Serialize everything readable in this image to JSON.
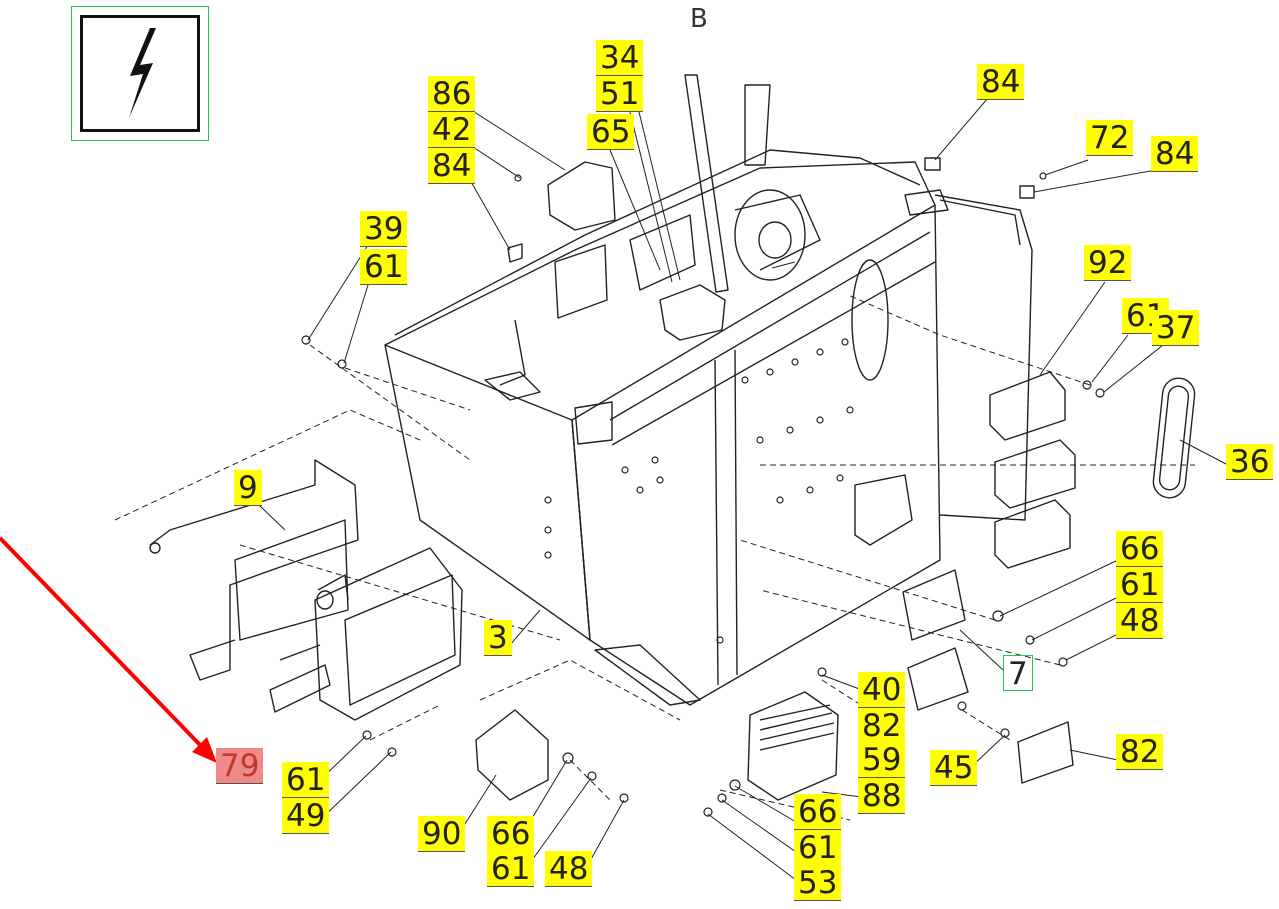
{
  "view_letter": "B",
  "icon": "lightning-bolt-icon",
  "colors": {
    "label_highlight": "#ffff00",
    "outline_green": "#22c55e",
    "arrow_red": "#ff0000",
    "selected_label": "#f08a8a"
  },
  "labels": {
    "p86": "86",
    "p42": "42",
    "p84a": "84",
    "p34": "34",
    "p51": "51",
    "p65": "65",
    "p84b": "84",
    "p72": "72",
    "p84c": "84",
    "p39": "39",
    "p61a": "61",
    "p92": "92",
    "p61b": "61",
    "p37": "37",
    "p36": "36",
    "p9": "9",
    "p3": "3",
    "p66a": "66",
    "p61c": "61",
    "p48a": "48",
    "p7": "7",
    "p40": "40",
    "p82a": "82",
    "p59": "59",
    "p88": "88",
    "p45": "45",
    "p82b": "82",
    "p79": "79",
    "p61d": "61",
    "p49": "49",
    "p90": "90",
    "p66b": "66",
    "p61e": "61",
    "p48b": "48",
    "p66c": "66",
    "p61f": "61",
    "p53": "53"
  }
}
